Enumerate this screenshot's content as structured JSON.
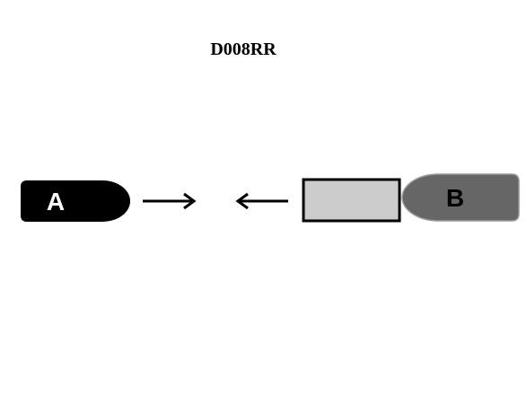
{
  "diagram": {
    "title": "D008RR",
    "piece_a": {
      "label": "A",
      "fill": "#000000",
      "text_color": "#ffffff"
    },
    "piece_b": {
      "label": "B",
      "fill": "#666666",
      "outline": "#9a9a9a",
      "text_color": "#000000"
    },
    "box": {
      "fill": "#cccccc",
      "stroke": "#000000"
    },
    "arrows": {
      "color": "#000000",
      "left_direction": "right",
      "right_direction": "left"
    },
    "background": "#ffffff"
  }
}
